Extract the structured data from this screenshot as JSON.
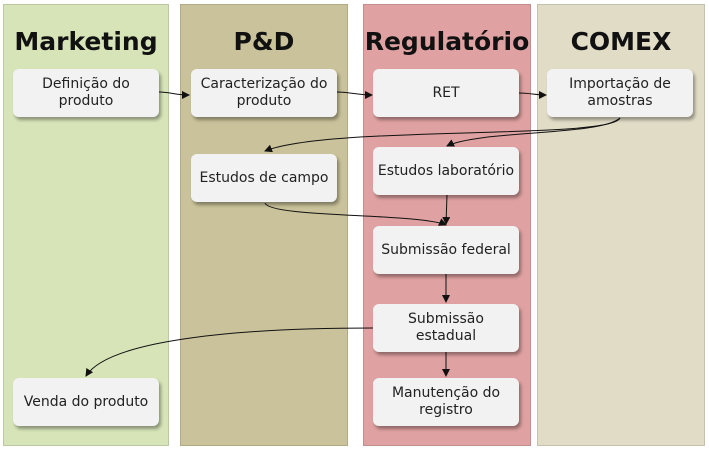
{
  "lanes": [
    {
      "title": "Marketing",
      "color": "#d6e4b8"
    },
    {
      "title": "P&D",
      "color": "#c9c29a"
    },
    {
      "title": "Regulatório",
      "color": "#dfa1a1"
    },
    {
      "title": "COMEX",
      "color": "#e1dcc6"
    }
  ],
  "boxes": {
    "definicao": "Definição do produto",
    "caracterizacao": "Caracterização do produto",
    "ret": "RET",
    "importacao": "Importação de amostras",
    "estudos_campo": "Estudos de campo",
    "estudos_laboratorio": "Estudos laboratório",
    "submissao_federal": "Submissão federal",
    "submissao_estadual": "Submissão estadual",
    "venda": "Venda do produto",
    "manutencao": "Manutenção do registro"
  }
}
